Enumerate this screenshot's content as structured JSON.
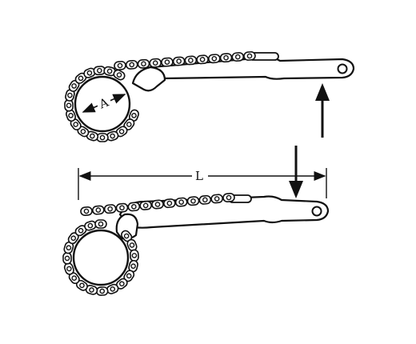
{
  "diagram": {
    "labels": {
      "diameter": "A",
      "length": "L"
    },
    "colors": {
      "ink": "#111111",
      "paper": "#ffffff"
    },
    "figures": [
      {
        "id": "top-wrench",
        "arrow": "up-arrow"
      },
      {
        "id": "bottom-wrench",
        "arrow": "down-arrow"
      }
    ]
  }
}
